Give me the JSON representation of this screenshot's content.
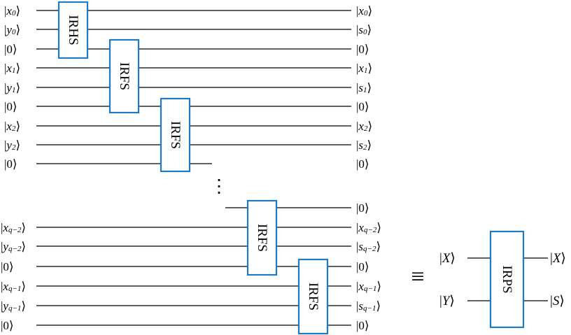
{
  "gates": {
    "irhs": "IRHS",
    "irfs": "IRFS",
    "irps": "IRPS"
  },
  "inputs": [
    {
      "ch": "x",
      "sub": "0"
    },
    {
      "ch": "y",
      "sub": "0"
    },
    {
      "ch": "0",
      "sub": ""
    },
    {
      "ch": "x",
      "sub": "1"
    },
    {
      "ch": "y",
      "sub": "1"
    },
    {
      "ch": "0",
      "sub": ""
    },
    {
      "ch": "x",
      "sub": "2"
    },
    {
      "ch": "y",
      "sub": "2"
    },
    {
      "ch": "0",
      "sub": ""
    },
    {
      "ch": "x",
      "sub": "q−2"
    },
    {
      "ch": "y",
      "sub": "q−2"
    },
    {
      "ch": "0",
      "sub": ""
    },
    {
      "ch": "x",
      "sub": "q−1"
    },
    {
      "ch": "y",
      "sub": "q−1"
    },
    {
      "ch": "0",
      "sub": ""
    }
  ],
  "outputs": [
    {
      "ch": "x",
      "sub": "0"
    },
    {
      "ch": "s",
      "sub": "0"
    },
    {
      "ch": "0",
      "sub": ""
    },
    {
      "ch": "x",
      "sub": "1"
    },
    {
      "ch": "s",
      "sub": "1"
    },
    {
      "ch": "0",
      "sub": ""
    },
    {
      "ch": "x",
      "sub": "2"
    },
    {
      "ch": "s",
      "sub": "2"
    },
    {
      "ch": "0",
      "sub": ""
    },
    {
      "ch": "x",
      "sub": "q−2"
    },
    {
      "ch": "s",
      "sub": "q−2"
    },
    {
      "ch": "0",
      "sub": ""
    },
    {
      "ch": "x",
      "sub": "q−1"
    },
    {
      "ch": "s",
      "sub": "q−1"
    },
    {
      "ch": "0",
      "sub": ""
    }
  ],
  "middle_output": {
    "ch": "0",
    "sub": ""
  },
  "continuation": "⋮",
  "equivalence": "≡",
  "compact": {
    "in_top": "X",
    "in_bottom": "Y",
    "out_top": "X",
    "out_bottom": "S"
  }
}
